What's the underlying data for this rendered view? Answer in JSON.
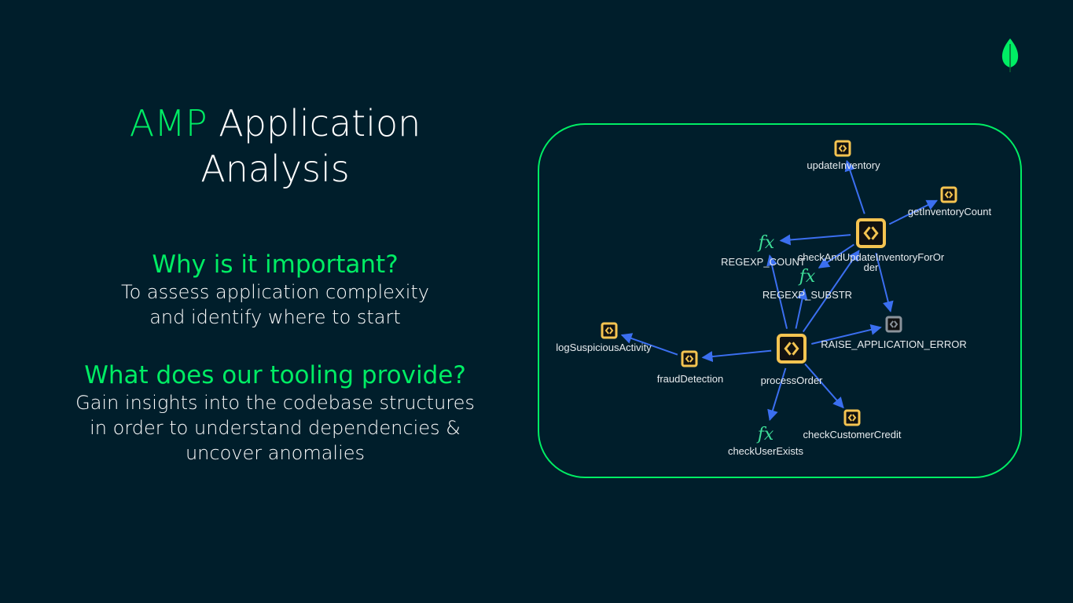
{
  "title": {
    "accent": "AMP",
    "rest_line1": "Application",
    "line2": "Analysis"
  },
  "sections": [
    {
      "heading": "Why is it important?",
      "body": [
        "To assess application complexity",
        "and identify where to start"
      ]
    },
    {
      "heading": "What does our tooling provide?",
      "body": [
        "Gain insights into the codebase structures",
        "in order to understand dependencies &",
        "uncover anomalies"
      ]
    }
  ],
  "logo": "mongodb-leaf-icon",
  "colors": {
    "background": "#001e2b",
    "accent": "#00ed64",
    "procedure": "#f5c451",
    "function": "#3ddc97",
    "external": "#8a939b",
    "edge": "#3b6ff0"
  },
  "graph": {
    "nodes": [
      {
        "id": "updateInventory",
        "label": "updateInventory",
        "type": "procedure"
      },
      {
        "id": "getInventoryCount",
        "label": "getInventoryCount",
        "type": "procedure"
      },
      {
        "id": "checkAndUpdateInventoryForOrder",
        "label": "checkAndUpdateInventoryForOr",
        "label2": "der",
        "type": "procedure-main"
      },
      {
        "id": "REGEXP_COUNT",
        "label": "REGEXP_COUNT",
        "type": "function"
      },
      {
        "id": "REGEXP_SUBSTR",
        "label": "REGEXP_SUBSTR",
        "type": "function"
      },
      {
        "id": "RAISE_APPLICATION_ERROR",
        "label": "RAISE_APPLICATION_ERROR",
        "type": "external"
      },
      {
        "id": "logSuspiciousActivity",
        "label": "logSuspiciousActivity",
        "type": "procedure"
      },
      {
        "id": "fraudDetection",
        "label": "fraudDetection",
        "type": "procedure"
      },
      {
        "id": "processOrder",
        "label": "processOrder",
        "type": "procedure-main"
      },
      {
        "id": "checkUserExists",
        "label": "checkUserExists",
        "type": "function"
      },
      {
        "id": "checkCustomerCredit",
        "label": "checkCustomerCredit",
        "type": "procedure"
      }
    ],
    "edges": [
      [
        "checkAndUpdateInventoryForOrder",
        "updateInventory"
      ],
      [
        "checkAndUpdateInventoryForOrder",
        "getInventoryCount"
      ],
      [
        "checkAndUpdateInventoryForOrder",
        "REGEXP_COUNT"
      ],
      [
        "checkAndUpdateInventoryForOrder",
        "REGEXP_SUBSTR"
      ],
      [
        "checkAndUpdateInventoryForOrder",
        "RAISE_APPLICATION_ERROR"
      ],
      [
        "processOrder",
        "REGEXP_COUNT"
      ],
      [
        "processOrder",
        "REGEXP_SUBSTR"
      ],
      [
        "processOrder",
        "checkAndUpdateInventoryForOrder"
      ],
      [
        "processOrder",
        "RAISE_APPLICATION_ERROR"
      ],
      [
        "processOrder",
        "fraudDetection"
      ],
      [
        "processOrder",
        "checkUserExists"
      ],
      [
        "processOrder",
        "checkCustomerCredit"
      ],
      [
        "fraudDetection",
        "logSuspiciousActivity"
      ]
    ]
  }
}
